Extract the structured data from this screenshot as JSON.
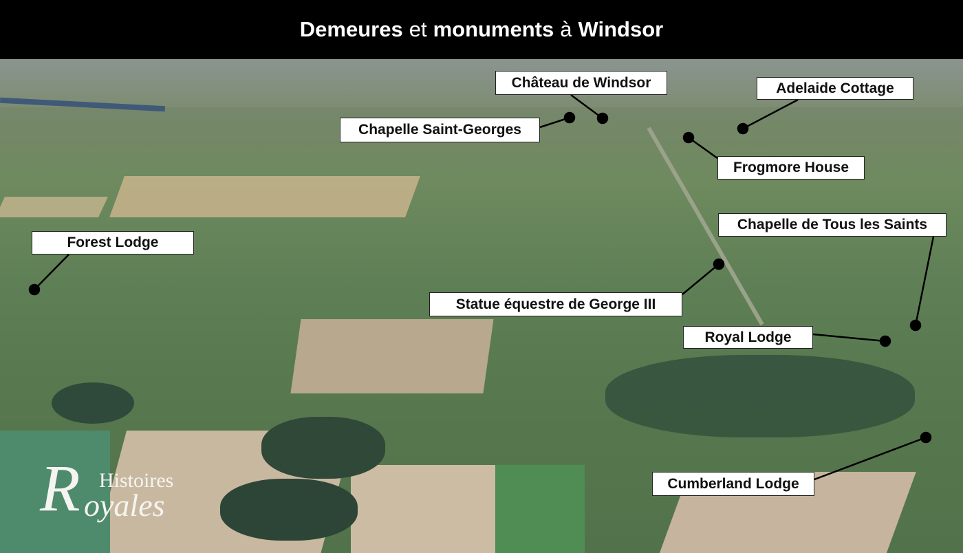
{
  "title": {
    "part1": "Demeures",
    "part2": "et",
    "part3": "monuments",
    "part4": "à",
    "part5": "Windsor"
  },
  "labels": [
    {
      "id": "chateau",
      "text": "Château de Windsor"
    },
    {
      "id": "adelaide",
      "text": "Adelaide Cottage"
    },
    {
      "id": "chapelle-st-georges",
      "text": "Chapelle Saint-Georges"
    },
    {
      "id": "frogmore",
      "text": "Frogmore House"
    },
    {
      "id": "tous-les-saints",
      "text": "Chapelle de Tous les Saints"
    },
    {
      "id": "forest-lodge",
      "text": "Forest Lodge"
    },
    {
      "id": "statue",
      "text": "Statue équestre de George III"
    },
    {
      "id": "royal-lodge",
      "text": "Royal Lodge"
    },
    {
      "id": "cumberland",
      "text": "Cumberland Lodge"
    }
  ],
  "logo": {
    "line1": "Histoires",
    "line2": "Royales"
  },
  "colors": {
    "label_bg": "#ffffff",
    "marker": "#000000",
    "header_bg": "#000000"
  }
}
